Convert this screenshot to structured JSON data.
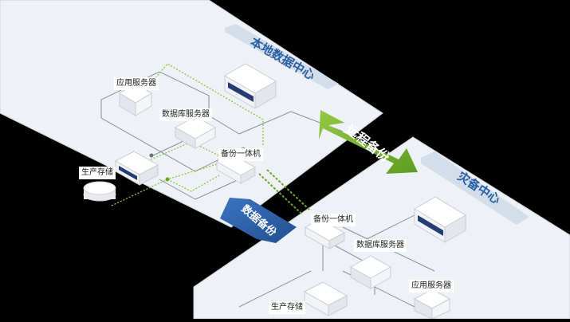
{
  "primary_site": {
    "title": "本地数据中心"
  },
  "backup_site": {
    "title": "灾备中心"
  },
  "links": {
    "remote_backup": "远程备份",
    "data_backup": "数据备份"
  },
  "nodes": {
    "app_server": "应用服务器",
    "db_server": "数据库服务器",
    "backup_appliance": "备份一体机",
    "production_storage": "生产存储"
  },
  "colors": {
    "platform": "#eef1f5",
    "platform_edge": "#cdd3dc",
    "title_band": "#d4deea",
    "title_text": "#2a5fa6",
    "green": "#79b52d",
    "blue": "#2e63ad",
    "dotted_green": "#8bc34a",
    "device_blue": "#253c73",
    "line_gray": "#8a8f96"
  }
}
